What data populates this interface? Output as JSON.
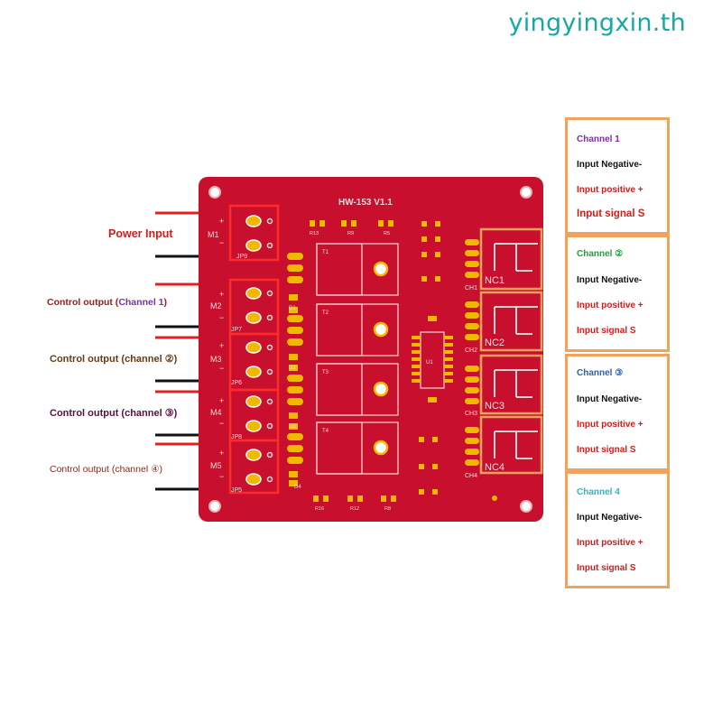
{
  "watermark": "yingyingxin.th",
  "board": {
    "title": "HW-153 V1.1",
    "module_labels": [
      "M1",
      "M2",
      "M3",
      "M4",
      "M5"
    ],
    "jp_labels": [
      "JP9",
      "JP7",
      "JP6",
      "JP8",
      "JP5"
    ],
    "transistor_labels": [
      "T1",
      "T2",
      "T3",
      "T4"
    ],
    "relay_labels": [
      "NC1",
      "NC2",
      "NC3",
      "NC4"
    ],
    "channel_labels": [
      "CH1",
      "CH2",
      "CH3",
      "CH4"
    ],
    "diode_labels": [
      "D1",
      "D2",
      "D3",
      "D4"
    ],
    "ic_label": "U1",
    "top_resistors": [
      "R13",
      "R9",
      "R5"
    ],
    "bottom_resistors": [
      "R16",
      "R12",
      "R8"
    ],
    "colors": {
      "pcb": "#c8102e",
      "highlight": "#e62020",
      "box": "#f0a35c"
    }
  },
  "left_labels": {
    "power_input": "Power Input",
    "ch1_prefix": "Control output (",
    "ch1_name": "Channel 1",
    "ch1_suffix": ")",
    "ch2": "Control output (channel ②)",
    "ch3": "Control output (channel ③)",
    "ch4": "Control output (channel ④)"
  },
  "channels": [
    {
      "title": "Channel 1",
      "title_color": "#7b2fa8",
      "neg": "Input Negative-",
      "pos": "Input positive +",
      "sig": "Input signal S"
    },
    {
      "title": "Channel ②",
      "title_color": "#1e9e3a",
      "neg": "Input Negative-",
      "pos": "Input positive +",
      "sig": "Input signal S"
    },
    {
      "title": "Channel ③",
      "title_color": "#2a5fb0",
      "neg": "Input Negative-",
      "pos": "Input positive +",
      "sig": "Input signal S"
    },
    {
      "title": "Channel 4",
      "title_color": "#2bb6c9",
      "neg": "Input Negative-",
      "pos": "Input positive +",
      "sig": "Input signal S"
    }
  ]
}
